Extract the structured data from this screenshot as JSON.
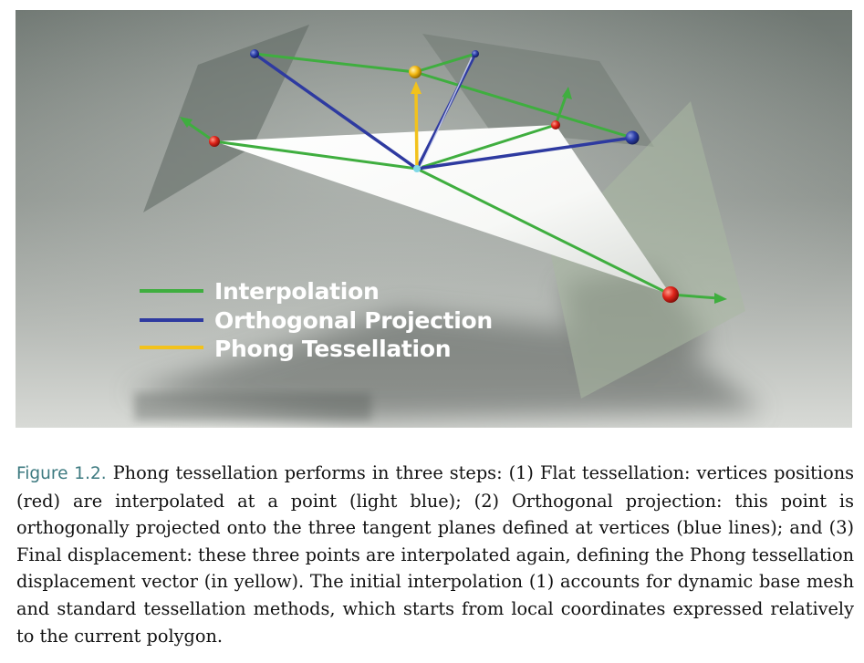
{
  "figure": {
    "legend": {
      "interpolation": "Interpolation",
      "orthogonal_projection": "Orthogonal Projection",
      "phong_tessellation": "Phong Tessellation"
    },
    "colors": {
      "interpolation": "#3fae3f",
      "orthogonal_projection": "#2e3aa0",
      "phong_tessellation": "#f2c21c",
      "vertex": "#e0241a",
      "projected_point": "#2c3fa8",
      "final_point": "#f2b711",
      "interpolated_point": "#7fd8e6"
    }
  },
  "caption": {
    "label": "Figure 1.2.",
    "text": "Phong tessellation performs in three steps: (1) Flat tessellation: vertices positions (red) are interpolated at a point (light blue); (2) Orthogonal projection: this point is orthogonally projected onto the three tangent planes defined at vertices (blue lines); and (3) Final displacement: these three points are interpolated again, defining the Phong tessellation displacement vector (in yellow). The initial interpolation (1) accounts for dynamic base mesh and standard tessellation methods, which starts from local coordinates expressed relatively to the current polygon."
  }
}
